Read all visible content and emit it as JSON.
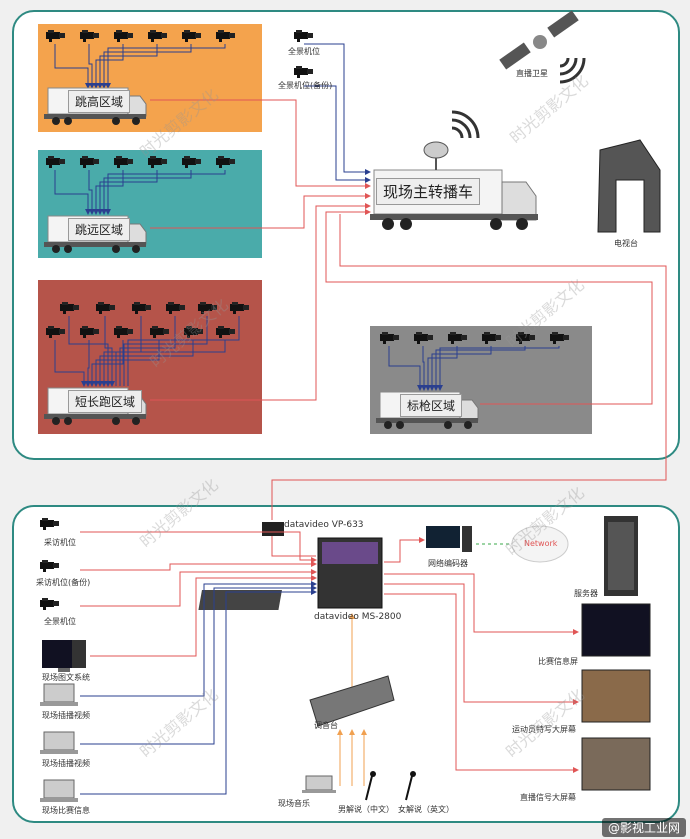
{
  "colors": {
    "teal_border": "#2e8a82",
    "orange": "#f4a34d",
    "teal": "#4aabaa",
    "red": "#b5544a",
    "gray": "#8a8a8a",
    "blue_line": "#2a3f8f",
    "red_line": "#e05555",
    "orange_line": "#f0a050"
  },
  "top": {
    "zones": {
      "high_jump": "跳高区域",
      "long_jump": "跳远区域",
      "sprint": "短长跑区域",
      "javelin": "标枪区域"
    },
    "panorama_cam": "全景机位",
    "panorama_cam_backup": "全景机位(备份)",
    "satellite": "直播卫星",
    "ob_van": "现场主转播车",
    "tv_station": "电视台"
  },
  "bottom": {
    "vp633": "datavideo VP-633",
    "ms2800": "datavideo MS-2800",
    "interview_cam": "采访机位",
    "interview_cam_backup": "采访机位(备份)",
    "panorama_cam": "全景机位",
    "graphics_system": "现场图文系统",
    "insert_video_1": "现场插播视频",
    "insert_video_2": "现场插播视频",
    "match_info": "现场比赛信息",
    "net_encoder": "网络编码器",
    "network": "Network",
    "server": "服务器",
    "info_screen": "比赛信息屏",
    "sports_screen": "运动员特写大屏幕",
    "live_screen": "直播信号大屏幕",
    "mixer": "调音台",
    "music": "现场音乐",
    "male_comm": "男解说（中文）",
    "female_comm": "女解说（英文）"
  },
  "watermark": "时光剪影文化",
  "brand": "@影视工业网",
  "icons": [
    "camera-icon",
    "truck-icon",
    "satellite-icon",
    "building-icon",
    "monitor-icon",
    "laptop-icon",
    "server-icon",
    "cloud-icon",
    "mixer-icon",
    "microphone-icon",
    "screen-icon"
  ]
}
